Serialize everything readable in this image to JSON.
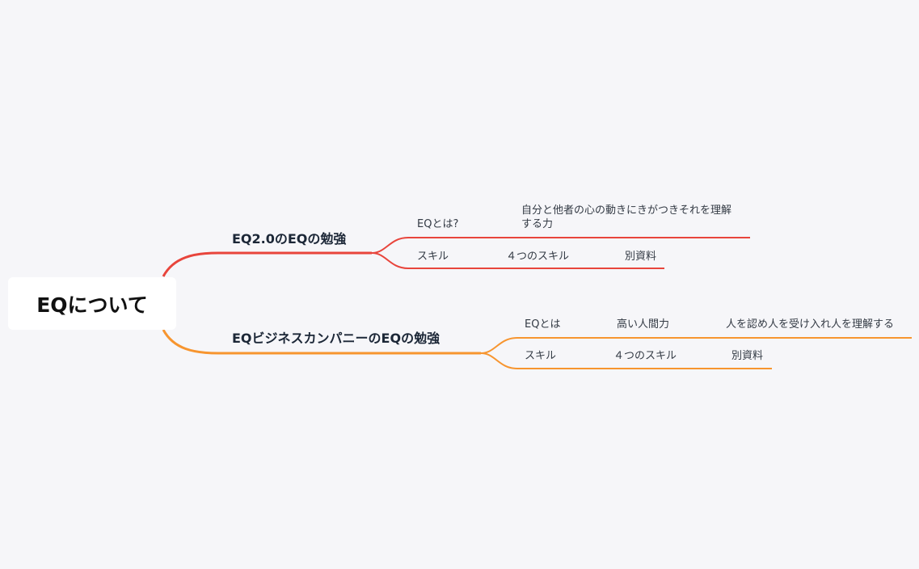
{
  "root": {
    "label": "EQについて"
  },
  "colors": {
    "branch1": "#e8453c",
    "branch2": "#f7952f",
    "background": "#f6f6f9",
    "text": "#1c2737"
  },
  "branches": [
    {
      "label": "EQ2.0のEQの勉強",
      "children": [
        {
          "label": "EQとは?",
          "children": [
            {
              "label": "自分と他者の心の動きにきがつきそれを理解する力",
              "line1": "自分と他者の心の動きにきがつきそれを理解",
              "line2": "する力"
            }
          ]
        },
        {
          "label": "スキル",
          "children": [
            {
              "label": "４つのスキル",
              "children": [
                {
                  "label": "別資料"
                }
              ]
            }
          ]
        }
      ]
    },
    {
      "label": "EQビジネスカンパニーのEQの勉強",
      "children": [
        {
          "label": "EQとは",
          "children": [
            {
              "label": "高い人間力",
              "children": [
                {
                  "label": "人を認め人を受け入れ人を理解する"
                }
              ]
            }
          ]
        },
        {
          "label": "スキル",
          "children": [
            {
              "label": "４つのスキル",
              "children": [
                {
                  "label": "別資料"
                }
              ]
            }
          ]
        }
      ]
    }
  ]
}
